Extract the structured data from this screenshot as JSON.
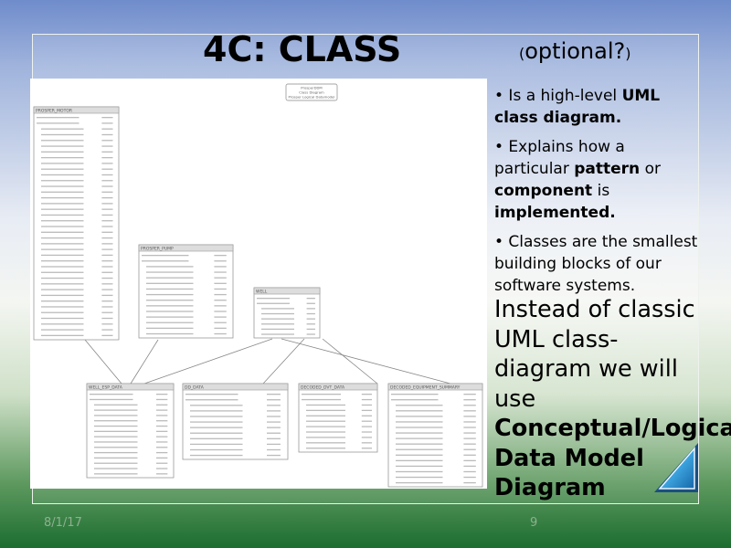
{
  "slide": {
    "title": "4C: CLASS",
    "subtitle_open": "(",
    "subtitle_text": "optional?",
    "subtitle_close": ")",
    "bullets": [
      {
        "pre": "• Is a high-level ",
        "bold": "UML class diagram.",
        "post": ""
      },
      {
        "pre": "• Explains how a particular ",
        "bold": "pattern",
        "mid": " or ",
        "bold2": "component",
        "mid2": " is ",
        "bold3": "implemented."
      },
      {
        "pre": "• Classes are the smallest building blocks of our software systems."
      }
    ],
    "instead_text": "Instead of classic UML class-diagram we will use ",
    "instead_bold": "Conceptual/Logical Data Model Diagram",
    "footer_date": "8/1/17",
    "page_number": "9",
    "nav_icon": "triangle-next-icon"
  },
  "diagram": {
    "legend": [
      "ProsperDDM",
      "Class Diagram",
      "Prosper Logical Datamodel"
    ],
    "entities": [
      {
        "name": "PROSPER_MOTOR"
      },
      {
        "name": "PROSPER_PUMP"
      },
      {
        "name": "WELL"
      },
      {
        "name": "WELL_ESP_DATA"
      },
      {
        "name": "DD_DATA"
      },
      {
        "name": "DECODED_DVT_DATA"
      },
      {
        "name": "DECODED_EQUIPMENT_SUMMARY"
      }
    ]
  }
}
